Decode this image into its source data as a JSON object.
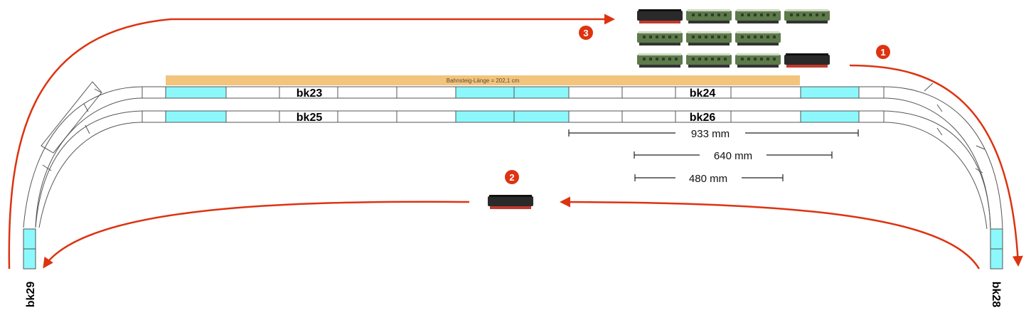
{
  "diagram": {
    "title": "Schattenbahnhof Gleisplan",
    "platform": {
      "label": "Bahnsteig-Länge = 202,1 cm",
      "color": "#f2c47c"
    },
    "colors": {
      "occupied_segment": "#8cf8fb",
      "track_outline": "#555555",
      "arrow": "#dd3311",
      "badge": "#dd3311"
    },
    "tracks": [
      {
        "name": "upper",
        "blocks": [
          {
            "label": "bk23"
          },
          {
            "label": "bk24"
          }
        ],
        "segments": [
          "white",
          "white",
          "cyan",
          "white",
          "white",
          "white",
          "white",
          "cyan",
          "cyan",
          "white",
          "white",
          "white",
          "white",
          "cyan",
          "white",
          "white"
        ]
      },
      {
        "name": "lower",
        "blocks": [
          {
            "label": "bk25"
          },
          {
            "label": "bk26"
          }
        ],
        "segments": [
          "white",
          "white",
          "cyan",
          "white",
          "white",
          "white",
          "white",
          "cyan",
          "cyan",
          "white",
          "white",
          "white",
          "white",
          "cyan",
          "white",
          "white"
        ]
      }
    ],
    "side_blocks": {
      "left": {
        "label": "bk29"
      },
      "right": {
        "label": "bk28"
      }
    },
    "measurements": [
      {
        "label": "933 mm",
        "value_mm": 933
      },
      {
        "label": "640 mm",
        "value_mm": 640
      },
      {
        "label": "480 mm",
        "value_mm": 480
      }
    ],
    "steps": [
      {
        "number": "1",
        "description": "train exits right onto bk28"
      },
      {
        "number": "2",
        "description": "locomotive runs around back along the return path"
      },
      {
        "number": "3",
        "description": "train composition enters top route"
      }
    ],
    "trains": {
      "row1": [
        "locomotive",
        "baggage-car",
        "passenger-car",
        "passenger-car"
      ],
      "row2": [
        "baggage-car",
        "passenger-car",
        "passenger-car"
      ],
      "row3": [
        "baggage-car",
        "passenger-car",
        "passenger-car",
        "locomotive"
      ],
      "solo": [
        "locomotive"
      ]
    }
  }
}
